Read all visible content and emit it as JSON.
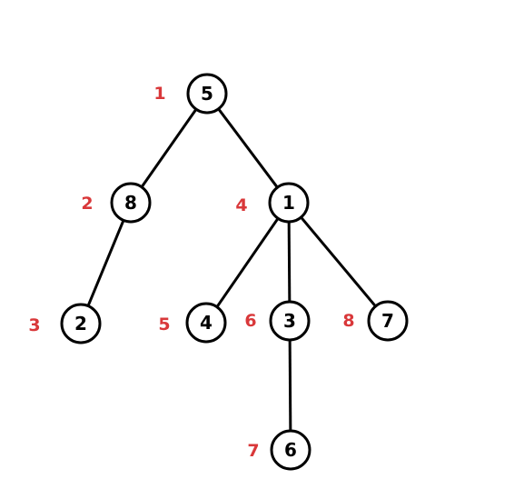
{
  "colors": {
    "edge": "#000000",
    "node_outline": "#000000",
    "node_text": "#000000",
    "order_label": "#d9383a"
  },
  "nodes": [
    {
      "id": "n5",
      "value": "5",
      "order": "1"
    },
    {
      "id": "n8",
      "value": "8",
      "order": "2"
    },
    {
      "id": "n2",
      "value": "2",
      "order": "3"
    },
    {
      "id": "n1",
      "value": "1",
      "order": "4"
    },
    {
      "id": "n4",
      "value": "4",
      "order": "5"
    },
    {
      "id": "n3",
      "value": "3",
      "order": "6"
    },
    {
      "id": "n6",
      "value": "6",
      "order": "7"
    },
    {
      "id": "n7",
      "value": "7",
      "order": "8"
    }
  ],
  "edges": [
    {
      "from": "n5",
      "to": "n8"
    },
    {
      "from": "n5",
      "to": "n1"
    },
    {
      "from": "n8",
      "to": "n2"
    },
    {
      "from": "n1",
      "to": "n4"
    },
    {
      "from": "n1",
      "to": "n3"
    },
    {
      "from": "n1",
      "to": "n7"
    },
    {
      "from": "n3",
      "to": "n6"
    }
  ]
}
